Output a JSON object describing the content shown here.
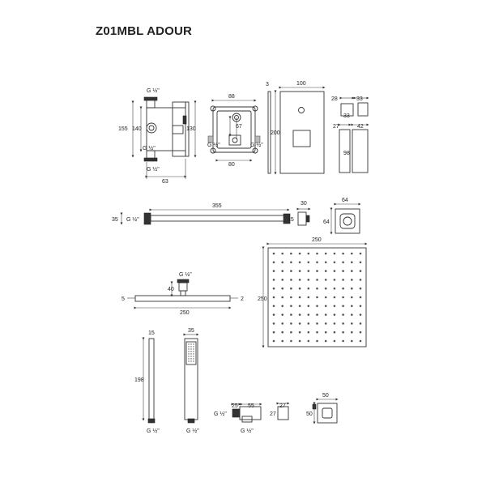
{
  "title": "Z01MBL ADOUR",
  "valve_side": {
    "thread_top": "G ½\"",
    "thread_mid": "G ½\"",
    "thread_bottom": "G ½\"",
    "h_outer": "155",
    "h_inner": "140",
    "h_right": "130",
    "width": "63"
  },
  "valve_front": {
    "top": "88",
    "center": "67",
    "bottom": "80",
    "thread_left": "G ½\"",
    "thread_right": "G ½\""
  },
  "faceplate": {
    "depth": "3",
    "width": "100",
    "height": "200"
  },
  "button": {
    "w1": "28",
    "w2": "33",
    "h1": "33",
    "d1": "27",
    "d2": "42",
    "h2": "98"
  },
  "arm": {
    "length": "355",
    "height": "35",
    "thread": "G ½\"",
    "end_offset": "15",
    "flange_w": "30",
    "flange_h": "64",
    "flange_top": "64"
  },
  "head": {
    "side_thread": "G ½\"",
    "stem": "40",
    "thickness_left": "5",
    "thickness_right": "2",
    "width_side": "250",
    "width_top": "250",
    "height_top": "250"
  },
  "handset": {
    "hose_dia": "15",
    "head_w": "35",
    "length": "198",
    "thread1": "G ½\"",
    "thread2": "G ½\""
  },
  "outlet": {
    "d1": "25",
    "d2": "55",
    "thread_l": "G ½\"",
    "thread_b": "G ½\"",
    "d3": "27",
    "d4": "27",
    "plate_w": "50",
    "plate_h": "50"
  }
}
